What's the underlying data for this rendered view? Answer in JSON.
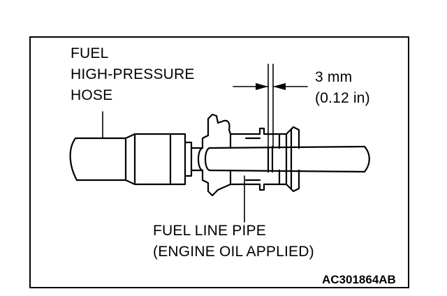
{
  "callouts": {
    "hose": [
      "FUEL",
      "HIGH-PRESSURE",
      "HOSE"
    ],
    "dimension": [
      "3 mm",
      "(0.12 in)"
    ],
    "pipe": [
      "FUEL LINE PIPE",
      "(ENGINE OIL APPLIED)"
    ]
  },
  "figure_code": "AC301864AB",
  "colors": {
    "ink": "#000000",
    "paper": "#ffffff"
  }
}
